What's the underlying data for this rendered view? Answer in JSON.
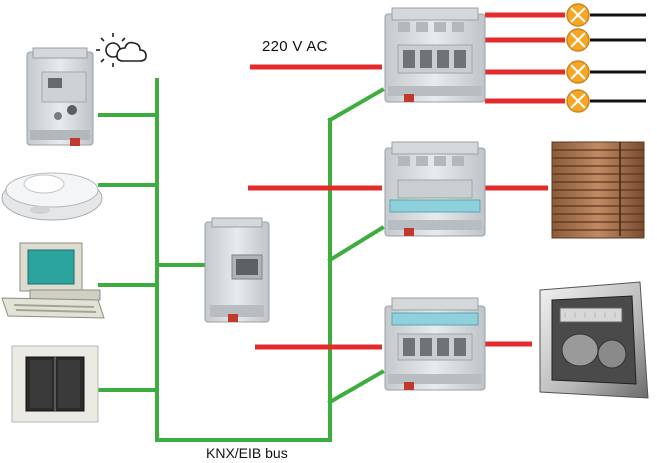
{
  "labels": {
    "mains": "220 V AC",
    "bus": "KNX/EIB bus"
  },
  "colors": {
    "bus_line": "#3dae3d",
    "power_line": "#e32b2b",
    "load_wire": "#111111",
    "lamp_fill": "#f5a623",
    "device_body": "#d9dde0"
  },
  "sensors": [
    {
      "name": "light-sensor",
      "icon": "sun-cloud-icon"
    },
    {
      "name": "presence-detector",
      "icon": "ceiling-sensor-icon"
    },
    {
      "name": "visualisation-pc",
      "icon": "computer-icon"
    },
    {
      "name": "push-button",
      "icon": "wall-switch-icon"
    }
  ],
  "actuators": [
    {
      "name": "switch-actuator",
      "load": "lamps",
      "load_icon": "lamp-icon",
      "load_count": 4
    },
    {
      "name": "blind-actuator",
      "load": "blinds",
      "load_icon": "blinds-icon"
    },
    {
      "name": "hvac-actuator",
      "load": "fan-coil",
      "load_icon": "fan-coil-icon"
    }
  ]
}
